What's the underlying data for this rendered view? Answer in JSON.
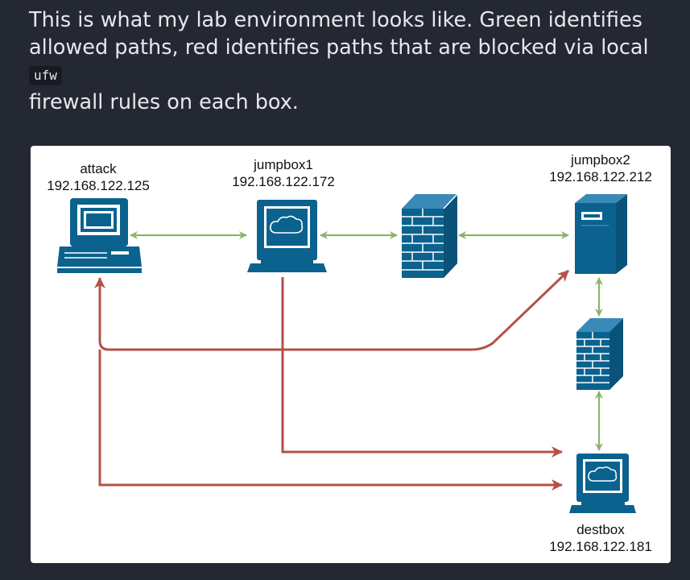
{
  "post": {
    "line1": "This is what my lab environment looks like. Green identifies",
    "line2_before_code": "allowed paths, red identifies paths that are blocked via local ",
    "code": "ufw",
    "line3": "firewall rules on each box."
  },
  "hosts": {
    "attack": {
      "name": "attack",
      "ip": "192.168.122.125",
      "icon": "workstation-icon"
    },
    "jumpbox1": {
      "name": "jumpbox1",
      "ip": "192.168.122.172",
      "icon": "terminal-icon"
    },
    "jumpbox2": {
      "name": "jumpbox2",
      "ip": "192.168.122.212",
      "icon": "server-icon"
    },
    "destbox": {
      "name": "destbox",
      "ip": "192.168.122.181",
      "icon": "terminal-icon"
    }
  },
  "firewalls": [
    "firewall-icon",
    "firewall-icon"
  ],
  "colors": {
    "allowed": "#8cb46b",
    "blocked": "#b5504a",
    "device": "#0b628f",
    "page_bg": "#242833"
  }
}
